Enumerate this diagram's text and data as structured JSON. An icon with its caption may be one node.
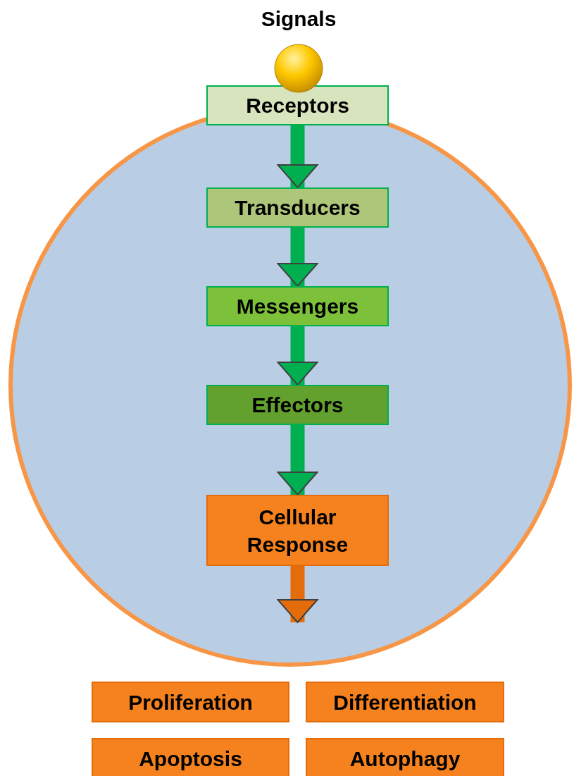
{
  "diagram": {
    "nodes": [
      {
        "text": [],
        "shape": "circle"
      },
      {
        "text": [],
        "shape": "circle",
        "beside": [
          "Signals"
        ]
      },
      {
        "text": [
          "Receptors"
        ]
      },
      {
        "text": [
          "Transducers"
        ],
        "in": 0
      },
      {
        "text": [
          "Messengers"
        ],
        "in": 0
      },
      {
        "text": [
          "Effectors"
        ],
        "in": 0
      },
      {
        "text": [
          "Cellular Response"
        ],
        "in": 0
      },
      {
        "text": [
          "Proliferation"
        ]
      },
      {
        "text": [
          "Differentiation"
        ]
      },
      {
        "text": [
          "Apoptosis"
        ]
      },
      {
        "text": [
          "Autophagy"
        ]
      }
    ],
    "edges": [
      {
        "from": 2,
        "to": 3,
        "arrow": "to"
      },
      {
        "from": 3,
        "to": 4,
        "arrow": "to"
      },
      {
        "from": 4,
        "to": 5,
        "arrow": "to"
      },
      {
        "from": 5,
        "to": 6,
        "arrow": "to"
      },
      {
        "from": 6,
        "to": null,
        "arrow": "to",
        "color": "#e46c0a"
      }
    ]
  }
}
